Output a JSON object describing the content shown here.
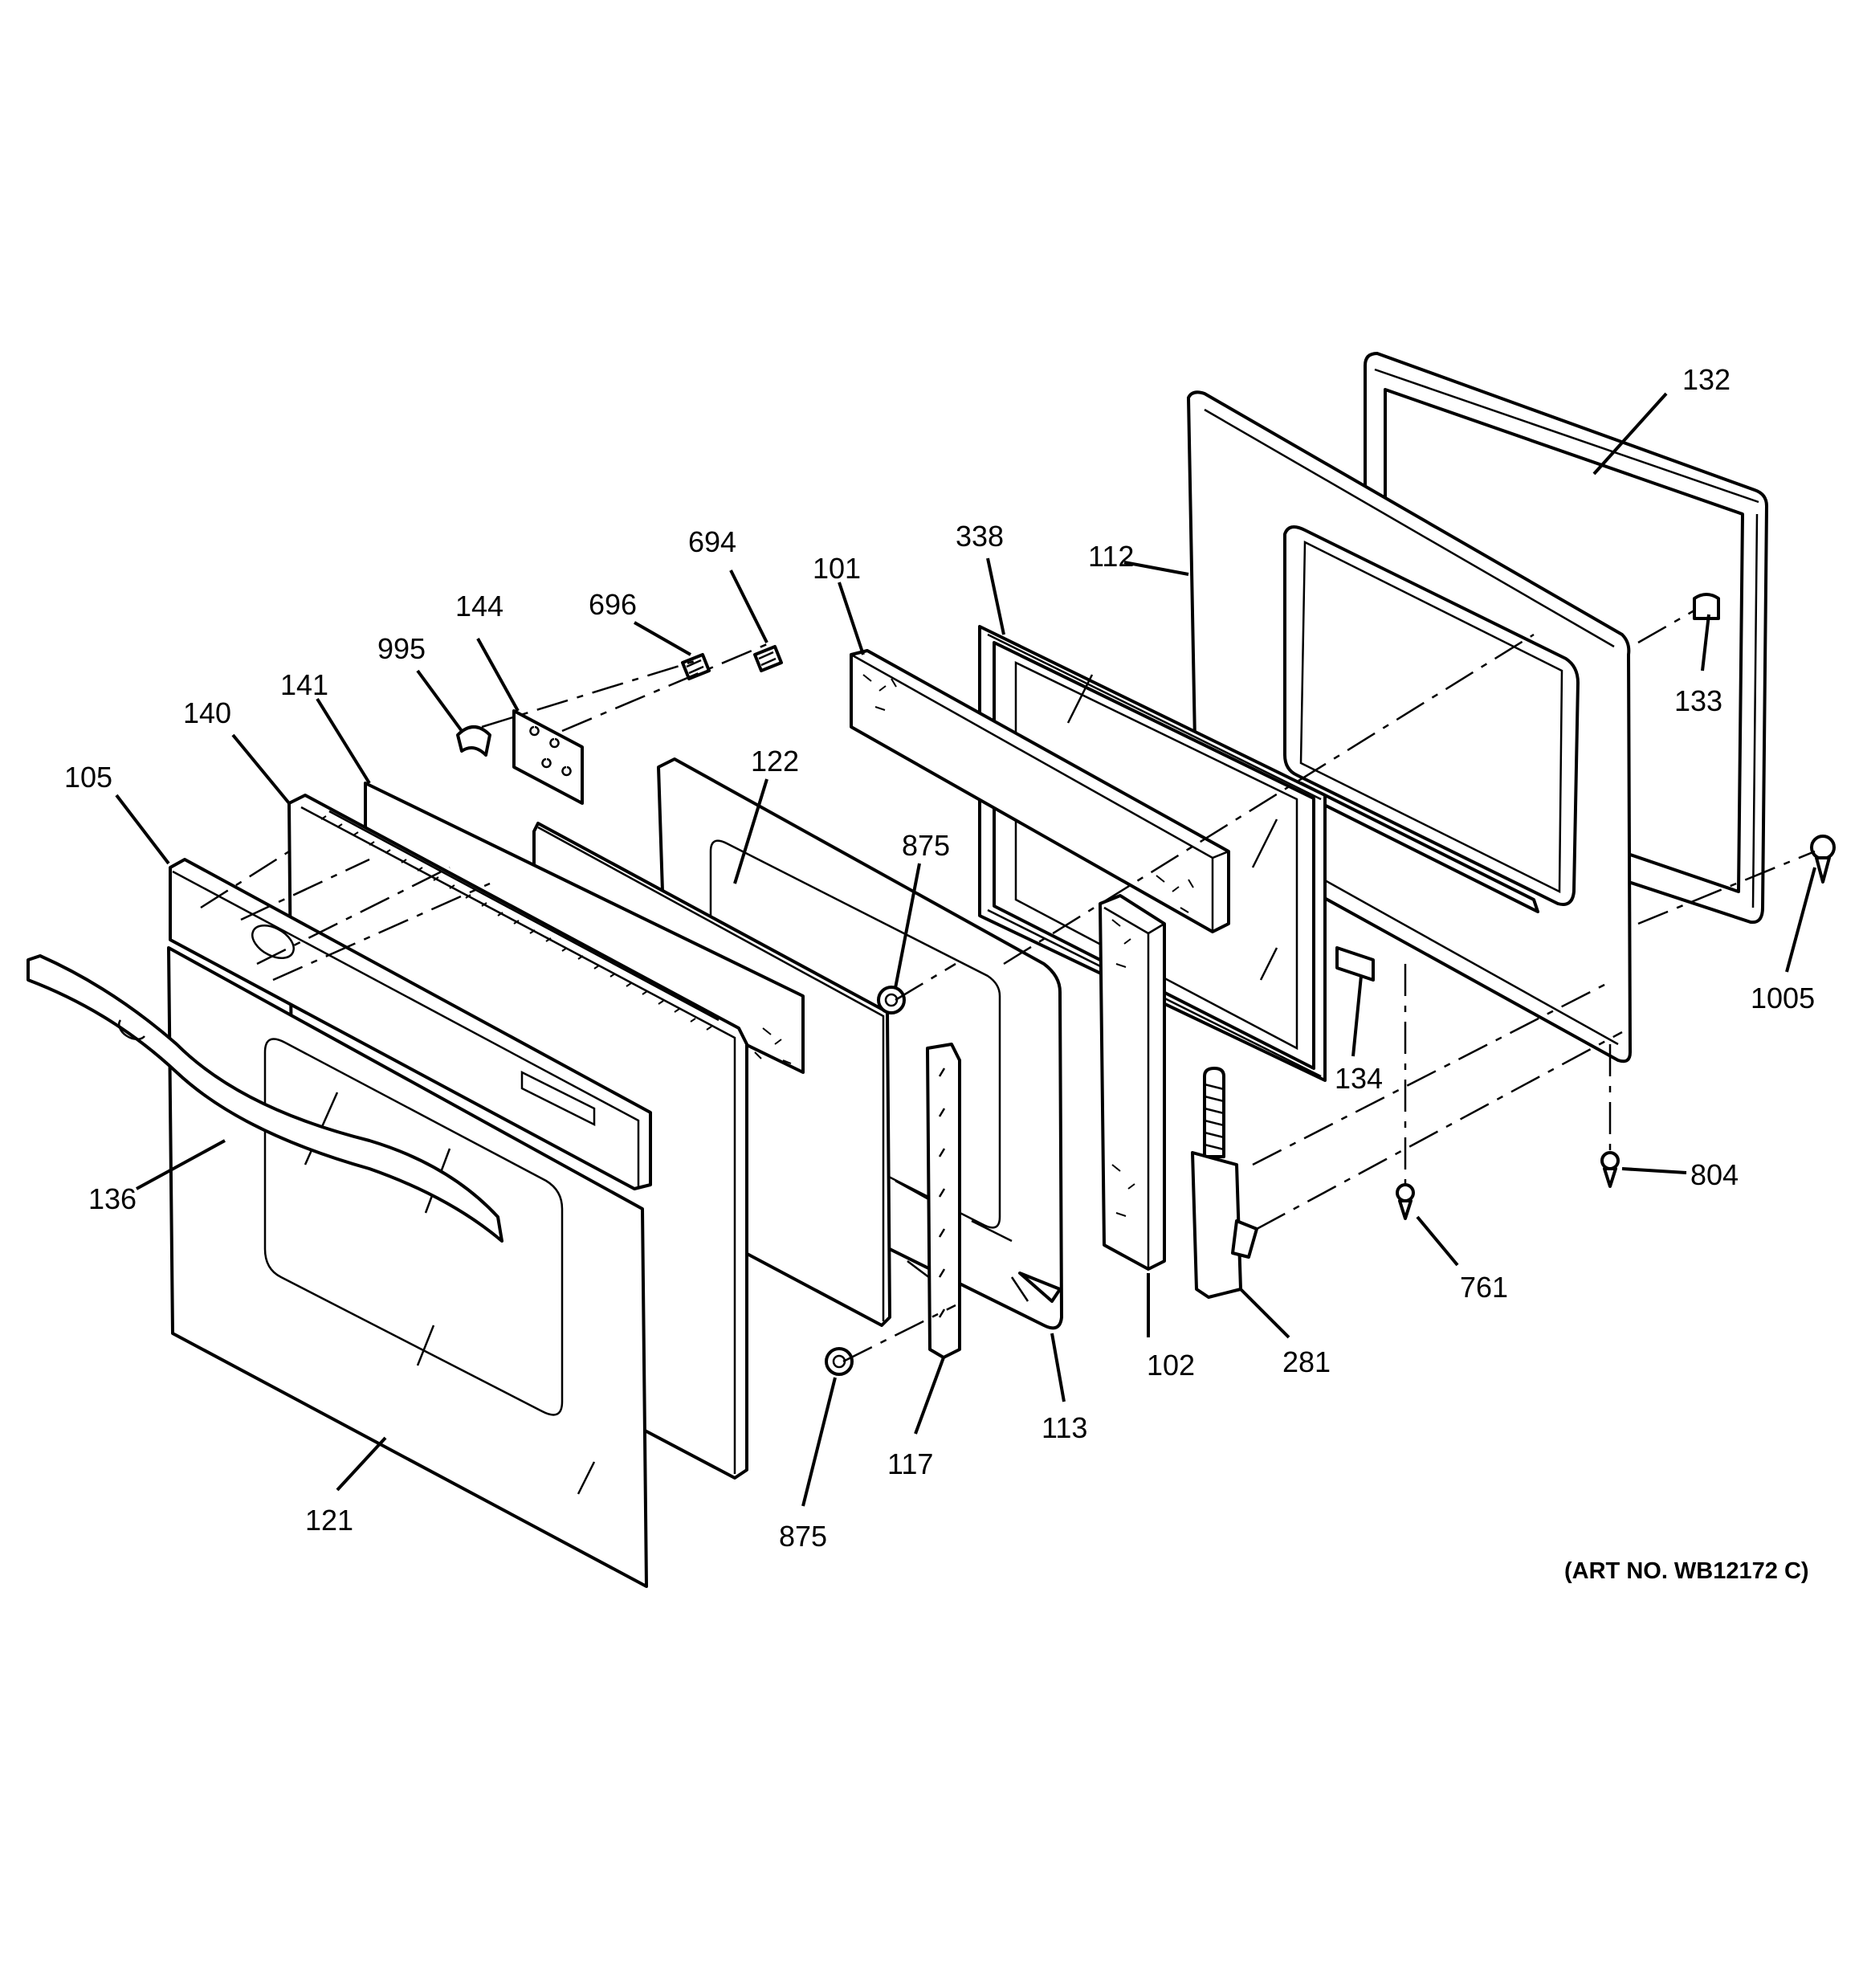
{
  "diagram": {
    "art_number": "(ART NO. WB12172 C)",
    "callouts": {
      "c132": "132",
      "c338": "338",
      "c112": "112",
      "c694": "694",
      "c101": "101",
      "c696": "696",
      "c144": "144",
      "c133": "133",
      "c995": "995",
      "c141": "141",
      "c140": "140",
      "c122": "122",
      "c105": "105",
      "c875_top": "875",
      "c1005": "1005",
      "c134": "134",
      "c136": "136",
      "c804": "804",
      "c761": "761",
      "c102": "102",
      "c281": "281",
      "c113": "113",
      "c117": "117",
      "c121": "121",
      "c875_bottom": "875"
    }
  }
}
